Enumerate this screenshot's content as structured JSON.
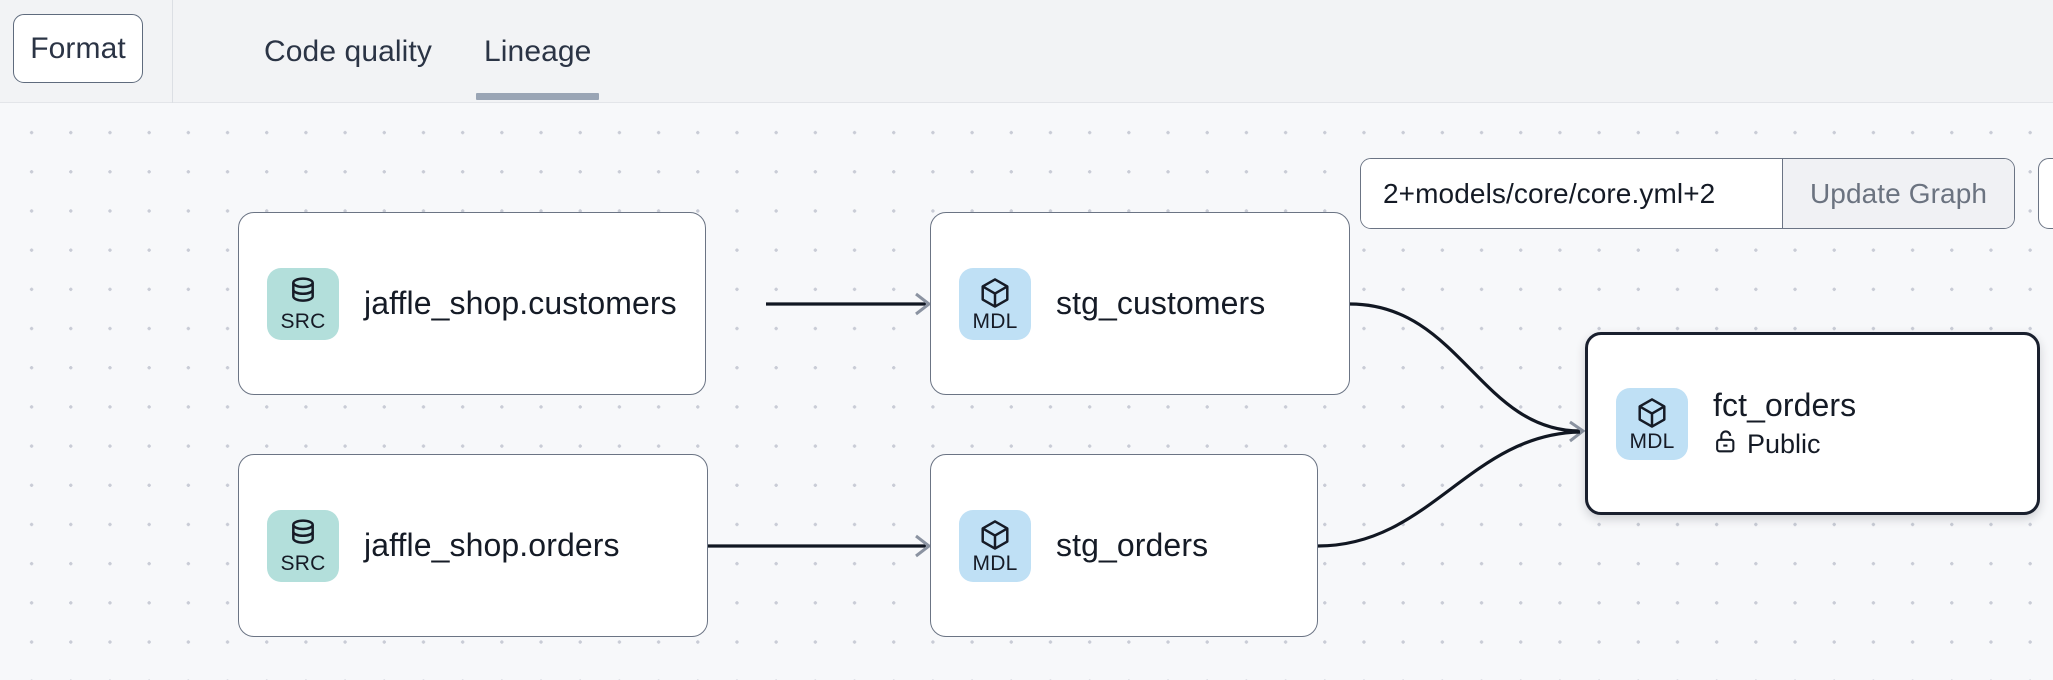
{
  "toolbar": {
    "format_button_label": "Format",
    "tabs": [
      {
        "label": "Code quality",
        "active": false
      },
      {
        "label": "Lineage",
        "active": true
      }
    ]
  },
  "graph_control": {
    "selector_value": "2+models/core/core.yml+2",
    "selector_placeholder": "Enter a selector",
    "update_button_label": "Update Graph"
  },
  "lineage": {
    "nodes": [
      {
        "id": "jaffle_shop_customers",
        "badge_type": "src",
        "badge_label": "SRC",
        "badge_icon": "database-icon",
        "title": "jaffle_shop.customers",
        "meta_label": null,
        "meta_icon": null,
        "selected": false
      },
      {
        "id": "stg_customers",
        "badge_type": "mdl",
        "badge_label": "MDL",
        "badge_icon": "cube-icon",
        "title": "stg_customers",
        "meta_label": null,
        "meta_icon": null,
        "selected": false
      },
      {
        "id": "jaffle_shop_orders",
        "badge_type": "src",
        "badge_label": "SRC",
        "badge_icon": "database-icon",
        "title": "jaffle_shop.orders",
        "meta_label": null,
        "meta_icon": null,
        "selected": false
      },
      {
        "id": "stg_orders",
        "badge_type": "mdl",
        "badge_label": "MDL",
        "badge_icon": "cube-icon",
        "title": "stg_orders",
        "meta_label": null,
        "meta_icon": null,
        "selected": false
      },
      {
        "id": "fct_orders",
        "badge_type": "mdl",
        "badge_label": "MDL",
        "badge_icon": "cube-icon",
        "title": "fct_orders",
        "meta_label": "Public",
        "meta_icon": "unlock-icon",
        "selected": true
      }
    ],
    "edges": [
      {
        "from": "jaffle_shop_customers",
        "to": "stg_customers"
      },
      {
        "from": "jaffle_shop_orders",
        "to": "stg_orders"
      },
      {
        "from": "stg_customers",
        "to": "fct_orders"
      },
      {
        "from": "stg_orders",
        "to": "fct_orders"
      }
    ]
  },
  "colors": {
    "canvas_background": "#f7f8fa",
    "grid_dot": "#c9ccd6",
    "toolbar_background": "#f2f3f5",
    "src_badge": "#b3dfdb",
    "mdl_badge": "#bfe0f5",
    "node_border": "#6b7484",
    "selected_node_border": "#1a202e",
    "active_tab_underline": "#9aa5b5",
    "edge_stroke": "#111722",
    "arrow_head": "#8b93a1",
    "update_button_background": "#f0f1f4",
    "update_button_text": "#6b7380"
  }
}
